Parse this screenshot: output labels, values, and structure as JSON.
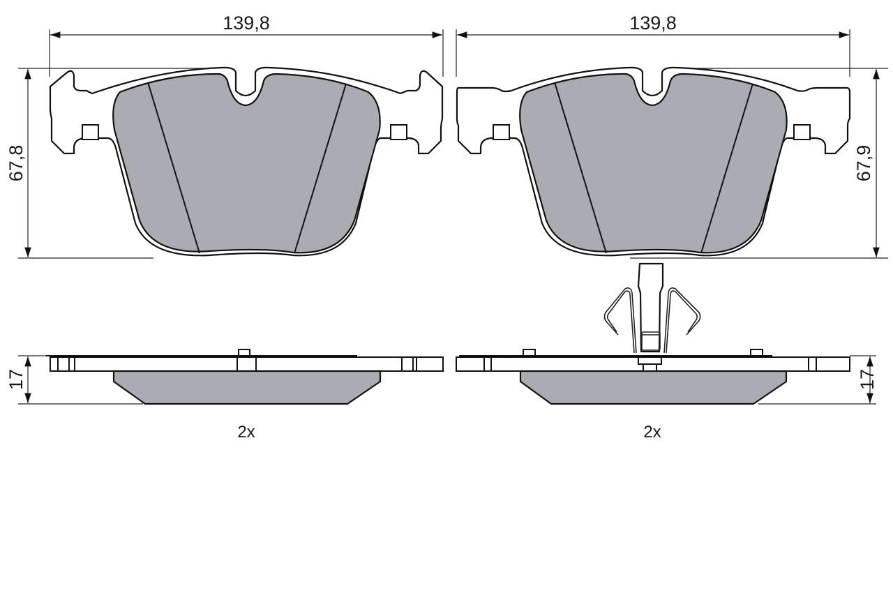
{
  "diagram": {
    "title": "Brake pad set technical drawing",
    "fill_color": "#a9adb3",
    "line_color": "#111111",
    "pads": [
      {
        "id": "left",
        "width_label": "139,8",
        "height_label": "67,8",
        "thickness_label": "17",
        "quantity_label": "2x",
        "has_wear_clip": false
      },
      {
        "id": "right",
        "width_label": "139,8",
        "height_label": "67,9",
        "thickness_label": "17",
        "quantity_label": "2x",
        "has_wear_clip": true
      }
    ]
  }
}
